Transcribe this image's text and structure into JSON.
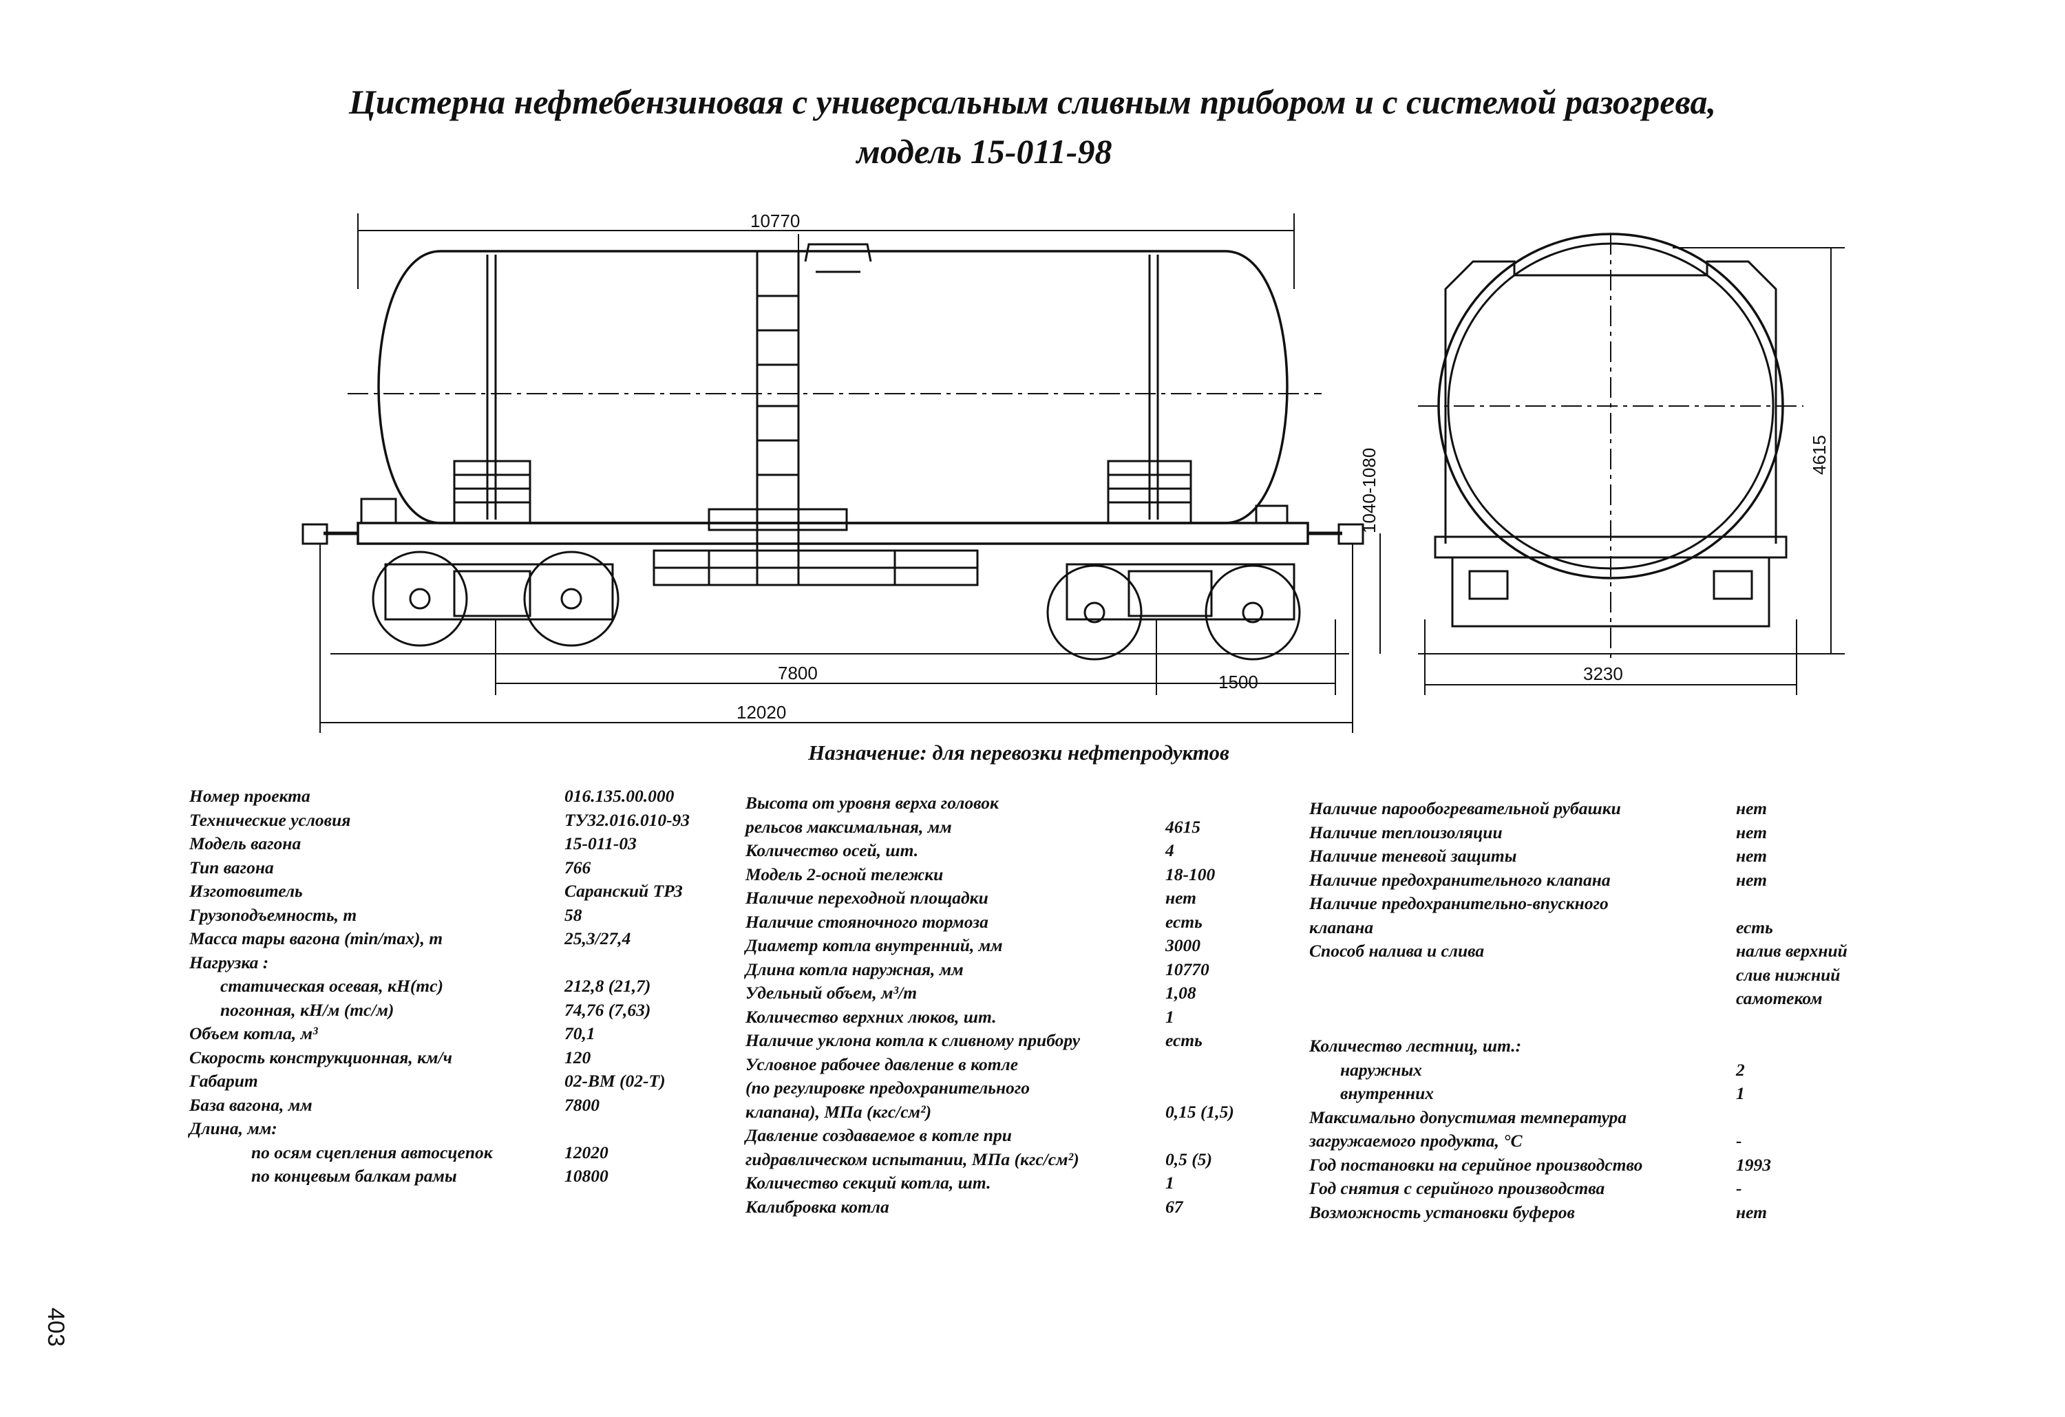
{
  "title": {
    "line1": "Цистерна нефтебензиновая с универсальным сливным прибором и  с системой разогрева,",
    "line2": "модель 15-011-98"
  },
  "dimensions": {
    "tank_length": "10770",
    "height_coupler": "1040-1080",
    "base": "7800",
    "axle_offset": "1500",
    "total_length": "12020",
    "total_height": "4615",
    "width": "3230"
  },
  "purpose": "Назначение: для перевозки нефтепродуктов",
  "col1": [
    {
      "label": "Номер проекта",
      "value": "016.135.00.000"
    },
    {
      "label": "Технические условия",
      "value": "ТУ32.016.010-93"
    },
    {
      "label": "Модель вагона",
      "value": "15-011-03"
    },
    {
      "label": "Тип вагона",
      "value": "766"
    },
    {
      "label": "Изготовитель",
      "value": "Саранский ТРЗ"
    },
    {
      "label": "Грузоподъемность, т",
      "value": "58"
    },
    {
      "label": "Масса тары вагона (min/max), т",
      "value": "25,3/27,4"
    },
    {
      "label": "Нагрузка :",
      "value": ""
    },
    {
      "label": "статическая осевая, кН(тс)",
      "value": "212,8  (21,7)",
      "indent": 1
    },
    {
      "label": "погонная, кН/м (тс/м)",
      "value": "74,76 (7,63)",
      "indent": 1
    },
    {
      "label": "Объем котла, м³",
      "value": "70,1"
    },
    {
      "label": "Скорость конструкционная, км/ч",
      "value": "120"
    },
    {
      "label": "Габарит",
      "value": "02-ВМ (02-Т)"
    },
    {
      "label": "База вагона, мм",
      "value": "7800"
    },
    {
      "label": "Длина, мм:",
      "value": ""
    },
    {
      "label": "по осям сцепления автосцепок",
      "value": "12020",
      "indent": 2
    },
    {
      "label": "по концевым балкам рамы",
      "value": "10800",
      "indent": 2
    }
  ],
  "col2": [
    {
      "label": "Высота от уровня верха головок",
      "value": ""
    },
    {
      "label": "рельсов максимальная, мм",
      "value": "4615"
    },
    {
      "label": "Количество осей, шт.",
      "value": "4"
    },
    {
      "label": "Модель 2-осной тележки",
      "value": "18-100"
    },
    {
      "label": "Наличие переходной площадки",
      "value": "нет"
    },
    {
      "label": "Наличие стояночного тормоза",
      "value": "есть"
    },
    {
      "label": "Диаметр котла внутренний, мм",
      "value": "3000"
    },
    {
      "label": "Длина котла наружная, мм",
      "value": "10770"
    },
    {
      "label": "Удельный объем, м³/т",
      "value": "1,08"
    },
    {
      "label": "Количество верхних люков, шт.",
      "value": "1"
    },
    {
      "label": "Наличие уклона котла к сливному прибору",
      "value": "есть"
    },
    {
      "label": "Условное рабочее давление в котле",
      "value": ""
    },
    {
      "label": "(по регулировке предохранительного",
      "value": ""
    },
    {
      "label": "клапана), МПа (кгс/см²)",
      "value": "0,15 (1,5)"
    },
    {
      "label": "Давление создаваемое в котле при",
      "value": ""
    },
    {
      "label": "гидравлическом испытании, МПа (кгс/см²)",
      "value": "0,5 (5)"
    },
    {
      "label": "Количество секций котла, шт.",
      "value": "1"
    },
    {
      "label": "Калибровка котла",
      "value": "67"
    }
  ],
  "col3": [
    {
      "label": "Наличие парообогревательной рубашки",
      "value": "нет"
    },
    {
      "label": "Наличие теплоизоляции",
      "value": "нет"
    },
    {
      "label": "Наличие теневой защиты",
      "value": "нет"
    },
    {
      "label": "Наличие предохранительного клапана",
      "value": "нет"
    },
    {
      "label": "Наличие предохранительно-впускного",
      "value": ""
    },
    {
      "label": "клапана",
      "value": "есть"
    },
    {
      "label": "Способ налива и слива",
      "value": "налив верхний"
    },
    {
      "label": "",
      "value": "слив нижний"
    },
    {
      "label": "",
      "value": "самотеком"
    },
    {
      "label": "",
      "value": ""
    },
    {
      "label": "Количество лестниц, шт.:",
      "value": ""
    },
    {
      "label": "наружных",
      "value": "2",
      "indent": 1
    },
    {
      "label": "внутренних",
      "value": "1",
      "indent": 1
    },
    {
      "label": "Максимально допустимая температура",
      "value": ""
    },
    {
      "label": "загружаемого продукта, °С",
      "value": "-"
    },
    {
      "label": "Год постановки на серийное производство",
      "value": "1993"
    },
    {
      "label": "Год снятия с серийного производства",
      "value": "-"
    },
    {
      "label": "Возможность установки буферов",
      "value": "нет"
    }
  ],
  "page_number": "403"
}
